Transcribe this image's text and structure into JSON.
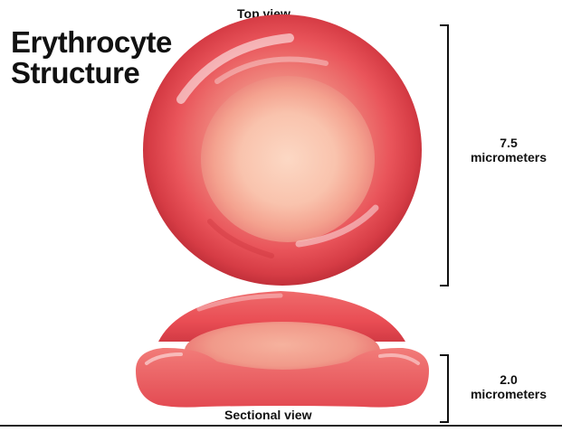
{
  "title": {
    "line1": "Erythrocyte",
    "line2": "Structure"
  },
  "top_view": {
    "label": "Top view",
    "dimension_value": "7.5",
    "dimension_unit": "micrometers"
  },
  "sectional_view": {
    "label": "Sectional view",
    "dimension_value": "2.0",
    "dimension_unit": "micrometers"
  },
  "colors": {
    "cell_red": "#e8494f",
    "cell_highlight": "#fbd2bd",
    "cell_shadow": "#c9303a",
    "text": "#111111"
  }
}
